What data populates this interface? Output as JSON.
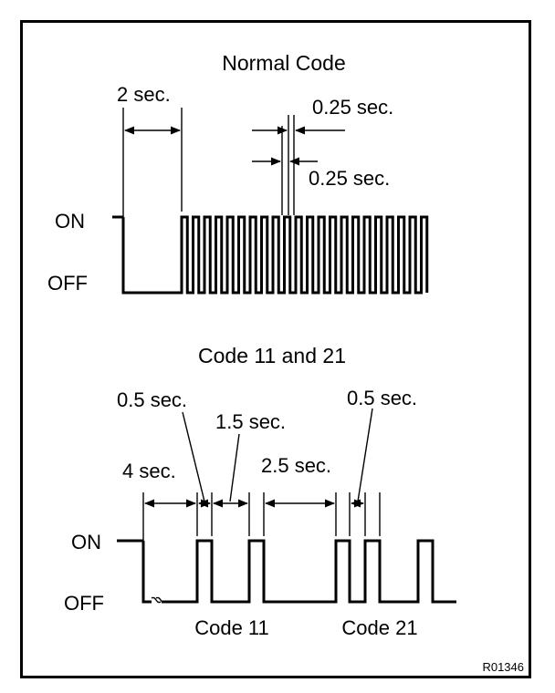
{
  "normal_code": {
    "title": "Normal Code",
    "on_label": "ON",
    "off_label": "OFF",
    "dim_2s": "2 sec.",
    "dim_025_on": "0.25 sec.",
    "dim_025_off": "0.25 sec."
  },
  "code_11_21": {
    "title": "Code 11 and 21",
    "on_label": "ON",
    "off_label": "OFF",
    "dim_05_a": "0.5 sec.",
    "dim_15": "1.5 sec.",
    "dim_4": "4 sec.",
    "dim_25": "2.5 sec.",
    "dim_05_b": "0.5 sec.",
    "code11_label": "Code 11",
    "code21_label": "Code 21"
  },
  "figure_id": "R01346"
}
